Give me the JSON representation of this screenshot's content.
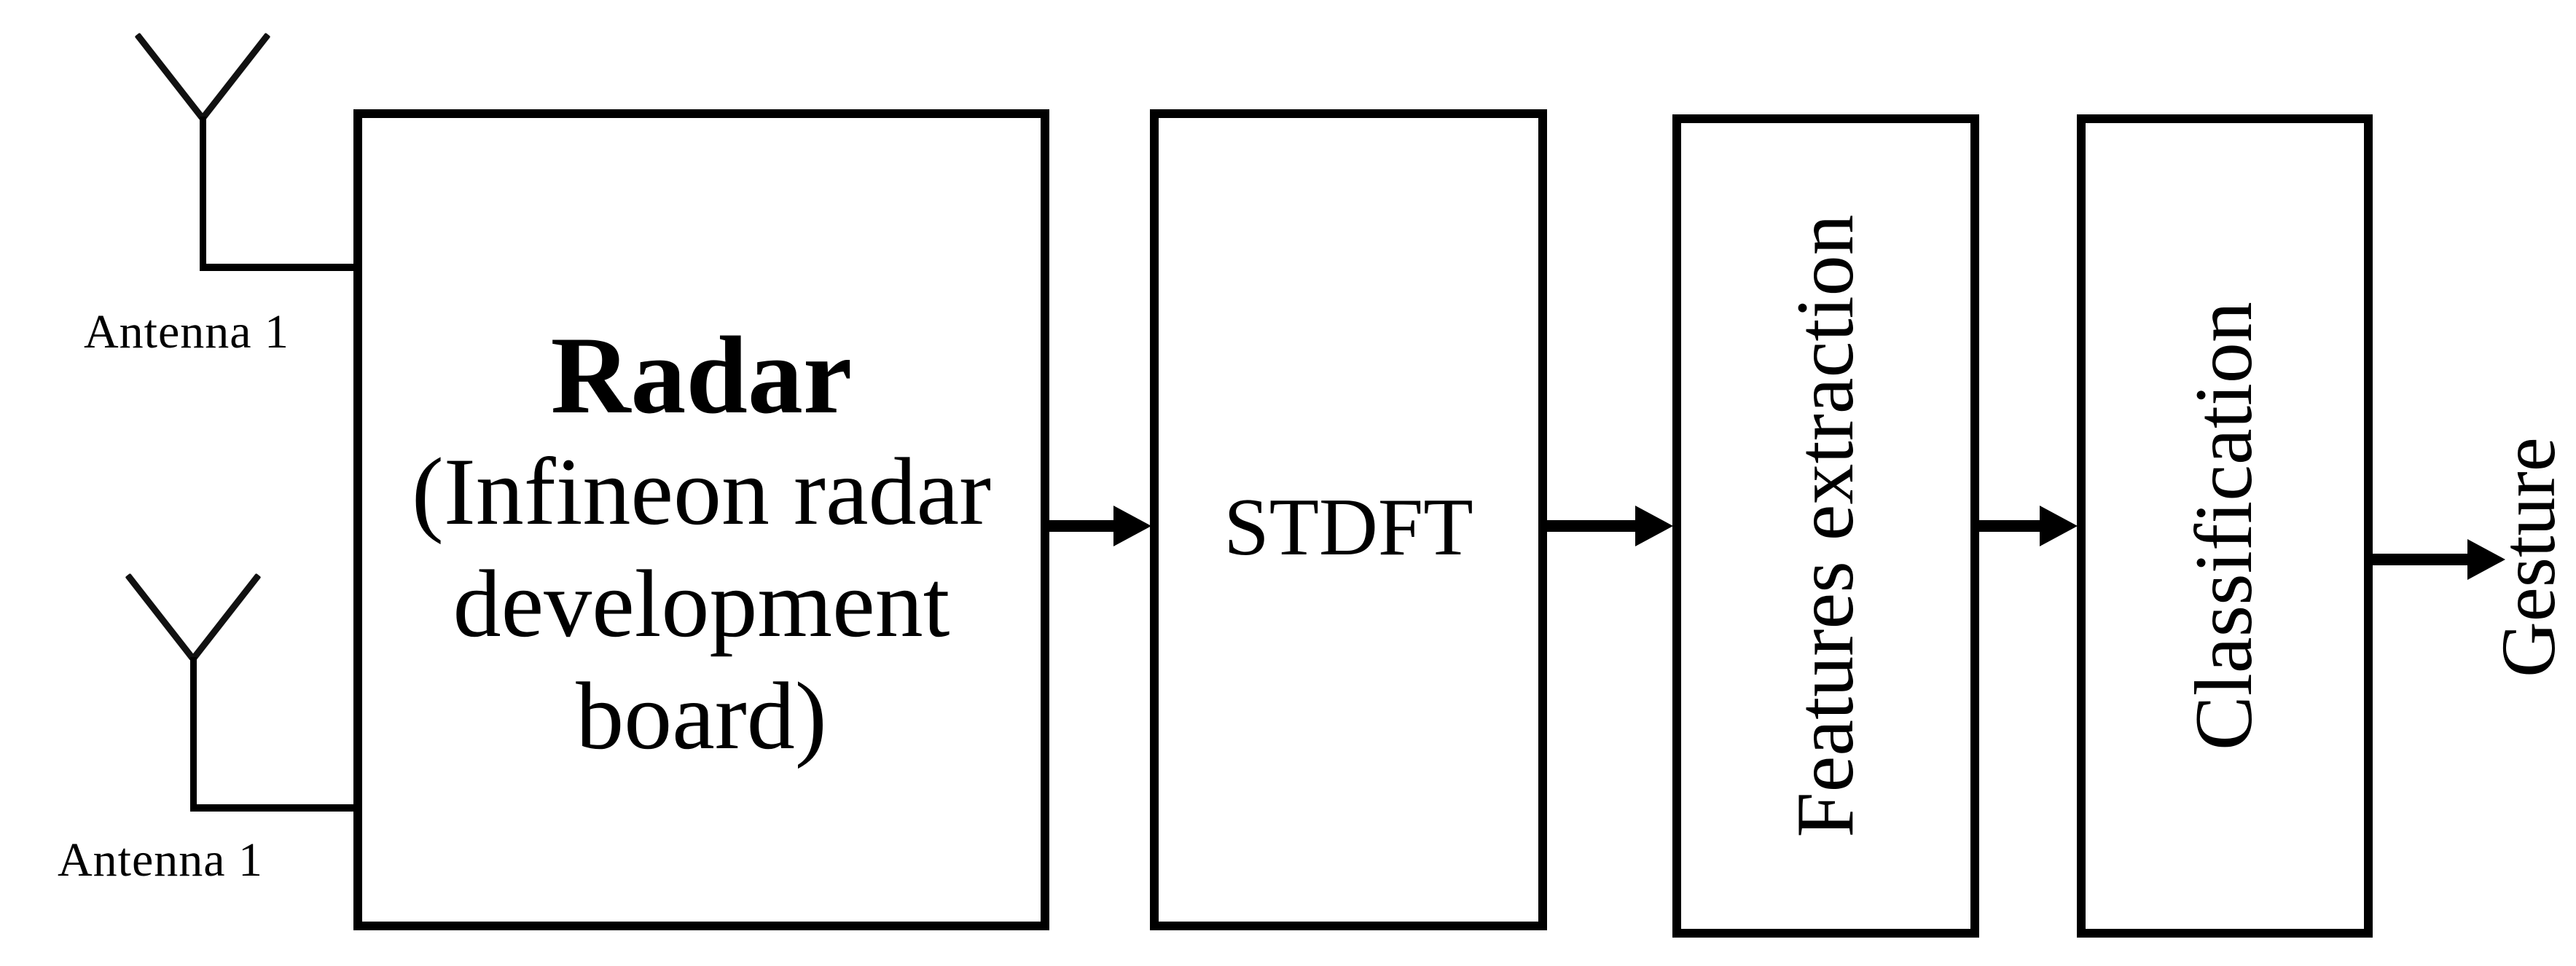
{
  "figure": {
    "background": "#ffffff",
    "line_color": "#000000",
    "type": "block-diagram"
  },
  "antennas": [
    {
      "label": "Antenna 1"
    },
    {
      "label": "Antenna 1"
    }
  ],
  "boxes": [
    {
      "title": "Radar",
      "subtitle": [
        "(Infineon radar",
        "development",
        "board)"
      ]
    },
    {
      "label": "STDFT"
    },
    {
      "label": "Features extraction"
    },
    {
      "label": "Classification"
    }
  ],
  "output_label": "Gesture"
}
